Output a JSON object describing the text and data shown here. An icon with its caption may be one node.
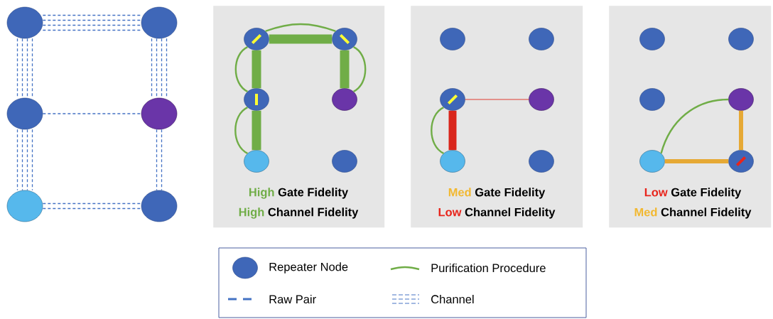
{
  "diagram": {
    "nodes": [
      {
        "text": [],
        "shape": "circle"
      },
      {
        "text": [],
        "shape": "circle"
      },
      {
        "text": [],
        "shape": "circle"
      },
      {
        "text": [],
        "shape": "circle"
      },
      {
        "text": [],
        "shape": "circle"
      },
      {
        "text": [],
        "shape": "circle"
      },
      {
        "text": [
          "High",
          "Gate Fidelity",
          "High",
          "Channel Fidelity"
        ]
      },
      {
        "text": [],
        "shape": "circle",
        "in": 6
      },
      {
        "text": [],
        "shape": "circle",
        "in": 6
      },
      {
        "text": [],
        "shape": "circle",
        "in": 6
      },
      {
        "text": [],
        "shape": "circle",
        "in": 6
      },
      {
        "text": [],
        "shape": "circle",
        "in": 6
      },
      {
        "text": [],
        "shape": "circle",
        "in": 6
      },
      {
        "text": [
          "Med",
          "Gate Fidelity",
          "Low",
          "Channel Fidelity"
        ]
      },
      {
        "text": [],
        "shape": "circle",
        "in": 13
      },
      {
        "text": [],
        "shape": "circle",
        "in": 13
      },
      {
        "text": [],
        "shape": "circle",
        "in": 13
      },
      {
        "text": [],
        "shape": "circle",
        "in": 13
      },
      {
        "text": [],
        "shape": "circle",
        "in": 13
      },
      {
        "text": [],
        "shape": "circle",
        "in": 13
      },
      {
        "text": [
          "Low",
          "Gate Fidelity",
          "Med",
          "Channel Fidelity"
        ]
      },
      {
        "text": [],
        "shape": "circle",
        "in": 20
      },
      {
        "text": [],
        "shape": "circle",
        "in": 20
      },
      {
        "text": [],
        "shape": "circle",
        "in": 20
      },
      {
        "text": [],
        "shape": "circle",
        "in": 20
      },
      {
        "text": [],
        "shape": "circle",
        "in": 20
      },
      {
        "text": [],
        "shape": "circle",
        "in": 20
      }
    ],
    "edges": [
      {
        "from": 0,
        "to": 1,
        "arrow": "none",
        "style": "dashed",
        "color": "#4472c4"
      },
      {
        "from": 0,
        "to": 2,
        "arrow": "none",
        "style": "dashed",
        "color": "#4472c4"
      },
      {
        "from": 1,
        "to": 3,
        "arrow": "none",
        "style": "dashed",
        "color": "#4472c4"
      },
      {
        "from": 2,
        "to": 3,
        "arrow": "none",
        "style": "dashed",
        "color": "#4472c4"
      },
      {
        "from": 2,
        "to": 4,
        "arrow": "none",
        "style": "dashed",
        "color": "#4472c4"
      },
      {
        "from": 3,
        "to": 5,
        "arrow": "none",
        "style": "dashed",
        "color": "#4472c4"
      },
      {
        "from": 4,
        "to": 5,
        "arrow": "none",
        "style": "dashed",
        "color": "#4472c4"
      },
      {
        "from": 7,
        "to": 8,
        "arrow": "none",
        "style": "thick",
        "color": "#70ad47"
      },
      {
        "from": 7,
        "to": 9,
        "arrow": "none",
        "style": "thick",
        "color": "#70ad47"
      },
      {
        "from": 8,
        "to": 10,
        "arrow": "none",
        "style": "thick",
        "color": "#70ad47"
      },
      {
        "from": 9,
        "to": 11,
        "arrow": "none",
        "style": "thick",
        "color": "#70ad47"
      },
      {
        "from": 7,
        "to": 8,
        "arrow": "none",
        "color": "#70ad47"
      },
      {
        "from": 7,
        "to": 9,
        "arrow": "none",
        "color": "#70ad47"
      },
      {
        "from": 8,
        "to": 10,
        "arrow": "none",
        "color": "#70ad47"
      },
      {
        "from": 9,
        "to": 11,
        "arrow": "none",
        "color": "#70ad47"
      },
      {
        "from": 16,
        "to": 18,
        "arrow": "none",
        "style": "thick",
        "color": "#d9261c"
      },
      {
        "from": 16,
        "to": 17,
        "arrow": "none",
        "color": "#e03c31"
      },
      {
        "from": 16,
        "to": 18,
        "arrow": "none",
        "color": "#70ad47"
      },
      {
        "from": 24,
        "to": 26,
        "arrow": "none",
        "style": "thick",
        "color": "#e6a935"
      },
      {
        "from": 25,
        "to": 26,
        "arrow": "none",
        "style": "thick",
        "color": "#e6a935"
      },
      {
        "from": 25,
        "to": 24,
        "arrow": "none",
        "color": "#70ad47"
      }
    ],
    "legend": [
      {
        "text": "Repeater Node"
      },
      {
        "text": "Purification Procedure"
      },
      {
        "text": "Raw Pair"
      },
      {
        "text": "Channel"
      }
    ]
  }
}
